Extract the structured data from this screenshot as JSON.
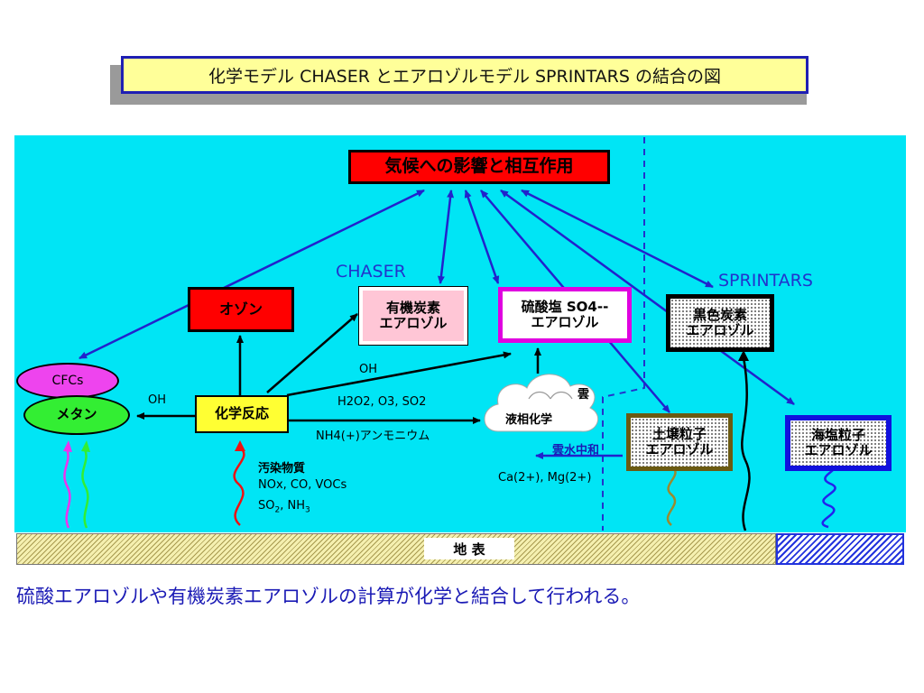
{
  "title": "化学モデル CHASER とエアロゾルモデル SPRINTARS の結合の図",
  "boxes": {
    "climate": "気候への影響と相互作用",
    "ozone": "オゾン",
    "organic_carbon": "有機炭素\nエアロゾル",
    "sulfate": "硫酸塩 SO4--\nエアロゾル",
    "black_carbon": "黒色炭素\nエアロゾル",
    "cfcs": "CFCs",
    "methane": "メタン",
    "chemical_reaction": "化学反応",
    "soil_dust": "土壌粒子\nエアロゾル",
    "sea_salt": "海塩粒子\nエアロゾル"
  },
  "models": {
    "chaser": "CHASER",
    "sprintars": "SPRINTARS"
  },
  "labels": {
    "oh_left": "OH",
    "oh_upper": "OH",
    "oxidants": "H2O2, O3, SO2",
    "ammonium": "NH4(+)アンモニウム",
    "pollutants_title": "汚染物質",
    "pollutants_list": "NOx, CO, VOCs",
    "so2": "SO",
    "so2_sub": "2",
    "nh3_sep": ", NH",
    "nh3_sub": "3",
    "cloud": "雲",
    "aqueous_chem": "液相化学",
    "cloud_neutralization": "雲水中和",
    "cations": "Ca(2+), Mg(2+)"
  },
  "ground": "地 表",
  "caption": "硫酸エアロゾルや有機炭素エアロゾルの計算が化学と結合して行われる。",
  "colors": {
    "panel": "#00e5f5",
    "arrow_blue": "#2222cc",
    "climate_box": "#ff0000",
    "ozone_box": "#ff0000",
    "organic_box": "#ffc6d6",
    "sulfate_border": "#e000e0",
    "cfcs_fill": "#ee44ee",
    "methane_fill": "#33ee33",
    "chem_reaction_fill": "#ffff33",
    "soil_border": "#6b5a12",
    "sea_salt_border": "#1111dd",
    "title_fill": "#ffff99"
  }
}
